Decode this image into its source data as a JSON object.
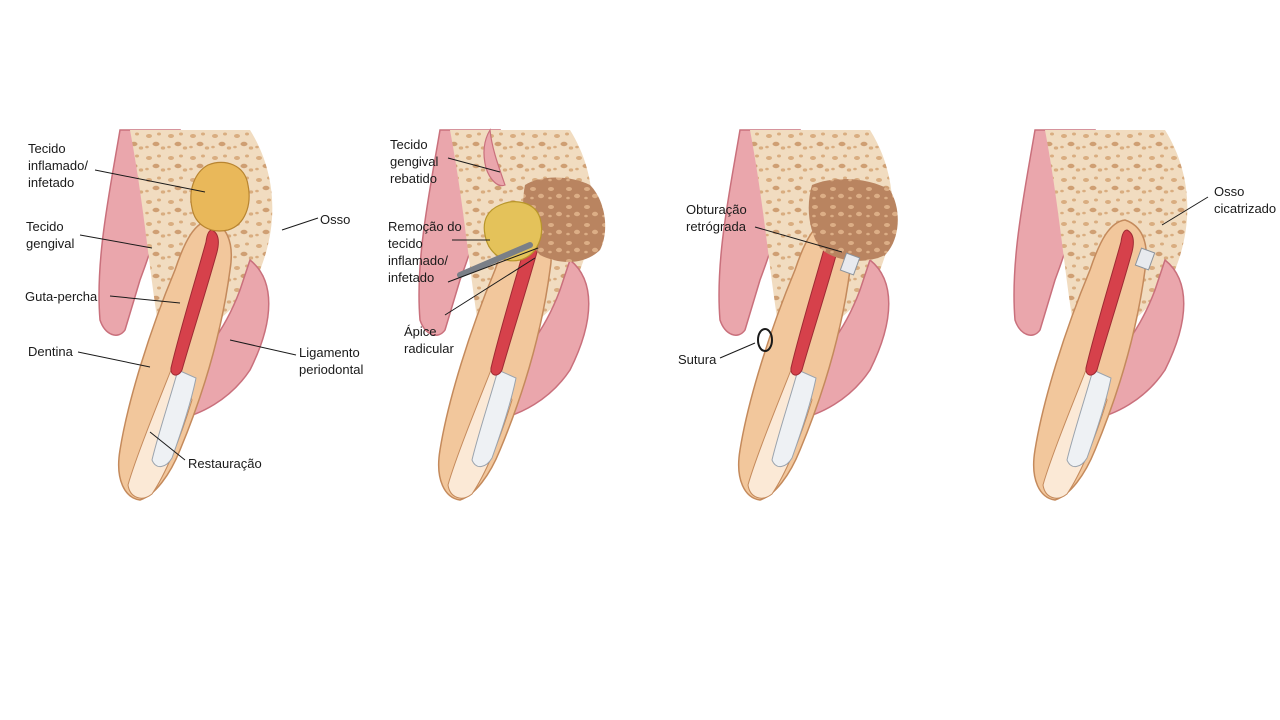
{
  "panels": [
    {
      "labels": {
        "tecido_inflamado": "Tecido\ninflamado/\ninfetado",
        "tecido_gengival": "Tecido\ngengival",
        "osso": "Osso",
        "guta_percha": "Guta-percha",
        "dentina": "Dentina",
        "ligamento": "Ligamento\nperiodontal",
        "restauracao": "Restauração"
      }
    },
    {
      "labels": {
        "tecido_rebatido": "Tecido\ngengival\nrebatido",
        "remocao": "Remoção do\ntecido\ninflamado/\ninfetado",
        "apice": "Ápice\nradicular"
      }
    },
    {
      "labels": {
        "obturacao": "Obturação\nretrógrada",
        "sutura": "Sutura"
      }
    },
    {
      "labels": {
        "osso_cicatrizado": "Osso\ncicatrizado"
      }
    }
  ],
  "colors": {
    "gum": "#eaa6ac",
    "gum_edge": "#c9707c",
    "bone": "#f1dcc0",
    "bone_pore": "#cf9f73",
    "dentin": "#f2c79c",
    "enamel": "#fbe9d6",
    "gutta": "#d6414b",
    "restoration": "#eef1f4",
    "lesion": "#e9b85a",
    "cavity": "#b8805b",
    "ink": "#1a1a1a"
  }
}
